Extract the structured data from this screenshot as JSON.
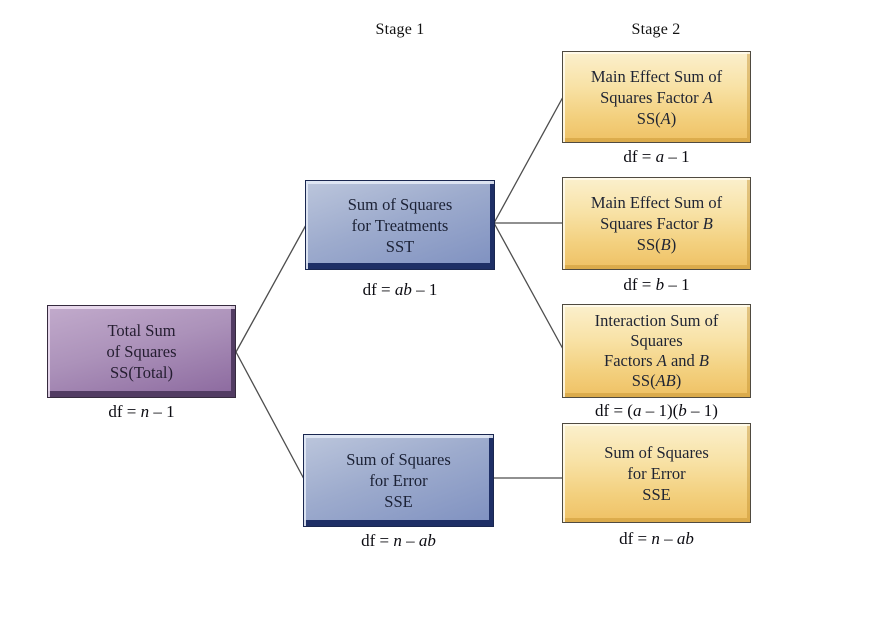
{
  "headers": {
    "stage1": "Stage 1",
    "stage2": "Stage 2"
  },
  "nodes": {
    "total": {
      "lines": [
        "Total Sum",
        "of Squares",
        "SS(Total)"
      ],
      "df": "df = *n* – 1"
    },
    "sst": {
      "lines": [
        "Sum of Squares",
        "for Treatments",
        "SST"
      ],
      "df": "df = *ab* – 1"
    },
    "sse": {
      "lines": [
        "Sum of Squares",
        "for Error",
        "SSE"
      ],
      "df": "df = *n* – *ab*"
    },
    "factor_a": {
      "lines": [
        "Main Effect Sum of",
        "Squares Factor *A*",
        "SS(*A*)"
      ],
      "df": "df = *a* – 1"
    },
    "factor_b": {
      "lines": [
        "Main Effect Sum of",
        "Squares Factor *B*",
        "SS(*B*)"
      ],
      "df": "df = *b* – 1"
    },
    "interaction": {
      "lines": [
        "Interaction Sum of",
        "Squares",
        "Factors *A* and *B*",
        "SS(*AB*)"
      ],
      "df": "df = (*a* – 1)(*b* – 1)"
    },
    "error2": {
      "lines": [
        "Sum of Squares",
        "for Error",
        "SSE"
      ],
      "df": "df = *n* – *ab*"
    }
  },
  "colors": {
    "purple_box": "#9a74a8",
    "blue_box": "#8a9cc8",
    "yellow_box": "#f5d88e",
    "connector_line": "#4d4d4d",
    "text": "#101018"
  }
}
